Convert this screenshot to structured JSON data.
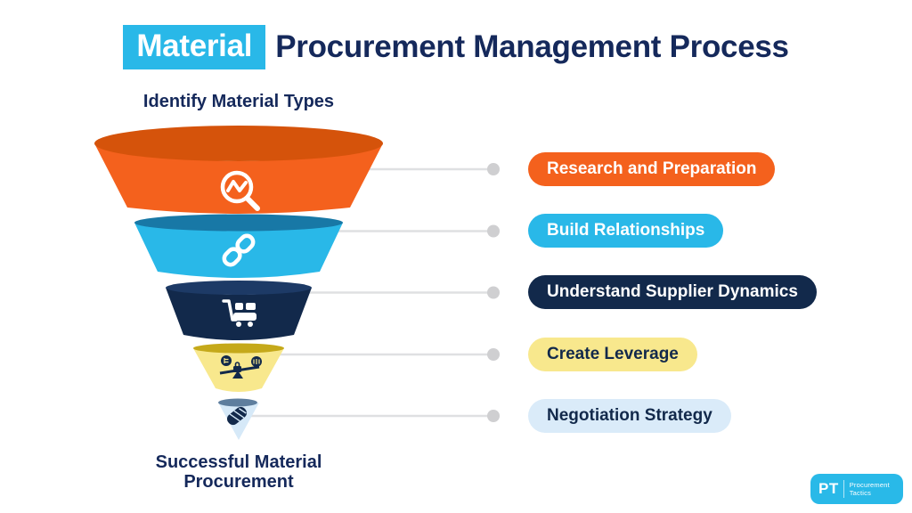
{
  "title": {
    "highlight": "Material",
    "rest": "Procurement Management Process",
    "highlight_bg": "#29B8E8",
    "text_color": "#15295B"
  },
  "funnel": {
    "top_label": "Identify Material Types",
    "bottom_label_line1": "Successful Material",
    "bottom_label_line2": "Procurement",
    "stages": [
      {
        "label": "Research and Preparation",
        "icon": "trend-search-icon",
        "body_color": "#F4611D",
        "rim_color": "#D5530B",
        "label_text_color": "#FFFFFF"
      },
      {
        "label": "Build Relationships",
        "icon": "chain-link-icon",
        "body_color": "#29B8E8",
        "rim_color": "#1878A6",
        "label_text_color": "#FFFFFF"
      },
      {
        "label": "Understand Supplier Dynamics",
        "icon": "shopping-cart-icon",
        "body_color": "#12294B",
        "rim_color": "#1D3A66",
        "label_text_color": "#FFFFFF"
      },
      {
        "label": "Create Leverage",
        "icon": "leverage-balance-icon",
        "body_color": "#F8E88D",
        "rim_color": "#C5A91A",
        "label_text_color": "#12294B"
      },
      {
        "label": "Negotiation Strategy",
        "icon": "handshake-icon",
        "body_color": "#DAEBF9",
        "rim_color": "#5E7E9E",
        "label_text_color": "#12294B"
      }
    ]
  },
  "connector": {
    "line_color": "#DFE0E2",
    "dot_color": "#CFCFD1"
  },
  "logo": {
    "initials": "PT",
    "name_line1": "Procurement",
    "name_line2": "Tactics",
    "bg_color": "#29B9E8"
  }
}
